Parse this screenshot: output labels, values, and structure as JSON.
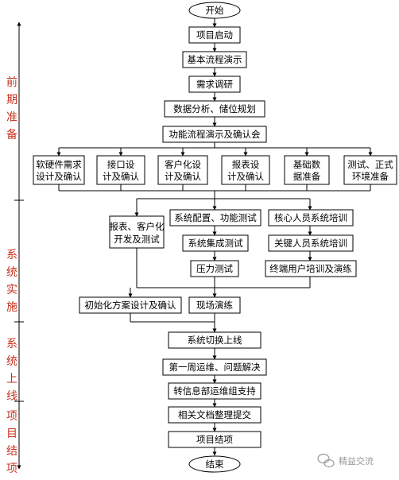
{
  "flowchart": {
    "start": "开始",
    "end": "结束",
    "steps": {
      "project_kickoff": "项目启动",
      "basic_flow_demo": "基本流程演示",
      "requirements_research": "需求调研",
      "data_analysis": "数据分析、储位规划",
      "function_flow_confirm": "功能流程演示及确认会",
      "hw_sw_requirements": [
        "软硬件需求",
        "设计及确认"
      ],
      "interface_design": [
        "接口设",
        "计及确认"
      ],
      "customization_design": [
        "客户化设",
        "计及确认"
      ],
      "report_design": [
        "报表设",
        "计及确认"
      ],
      "basic_data_prep": [
        "基础数",
        "据准备"
      ],
      "test_prod_env_prep": [
        "测试、正式",
        "环境准备"
      ],
      "report_custom_dev": [
        "报表、客户化",
        "开发及测试"
      ],
      "system_config_test": "系统配置、功能测试",
      "key_staff_training": "核心人员系统培训",
      "integration_test": "系统集成测试",
      "key_user_training": "关键人员系统培训",
      "stress_test": "压力测试",
      "end_user_training": "终端用户培训及演练",
      "init_plan_design": "初始化方案设计及确认",
      "onsite_rehearsal": "现场演练",
      "system_cutover": "系统切换上线",
      "first_week_ops": "第一周运维、问题解决",
      "handover_it_ops": "转信息部运维组支持",
      "doc_submission": "相关文档整理提交",
      "project_closure": "项目结项"
    }
  },
  "phases": [
    {
      "name": "前期准备",
      "chars": [
        "前",
        "期",
        "准",
        "备"
      ]
    },
    {
      "name": "系统实施",
      "chars": [
        "系",
        "统",
        "实",
        "施"
      ]
    },
    {
      "name": "系统上线",
      "chars": [
        "系",
        "统",
        "上",
        "线"
      ]
    },
    {
      "name": "项目结项",
      "chars": [
        "项",
        "目",
        "结",
        "项"
      ]
    }
  ],
  "watermark": {
    "text": "精益交流",
    "icon": "wechat-icon"
  },
  "colors": {
    "line": "#000000",
    "phase_text": "#c8321e",
    "watermark": "#9a9a9a"
  }
}
